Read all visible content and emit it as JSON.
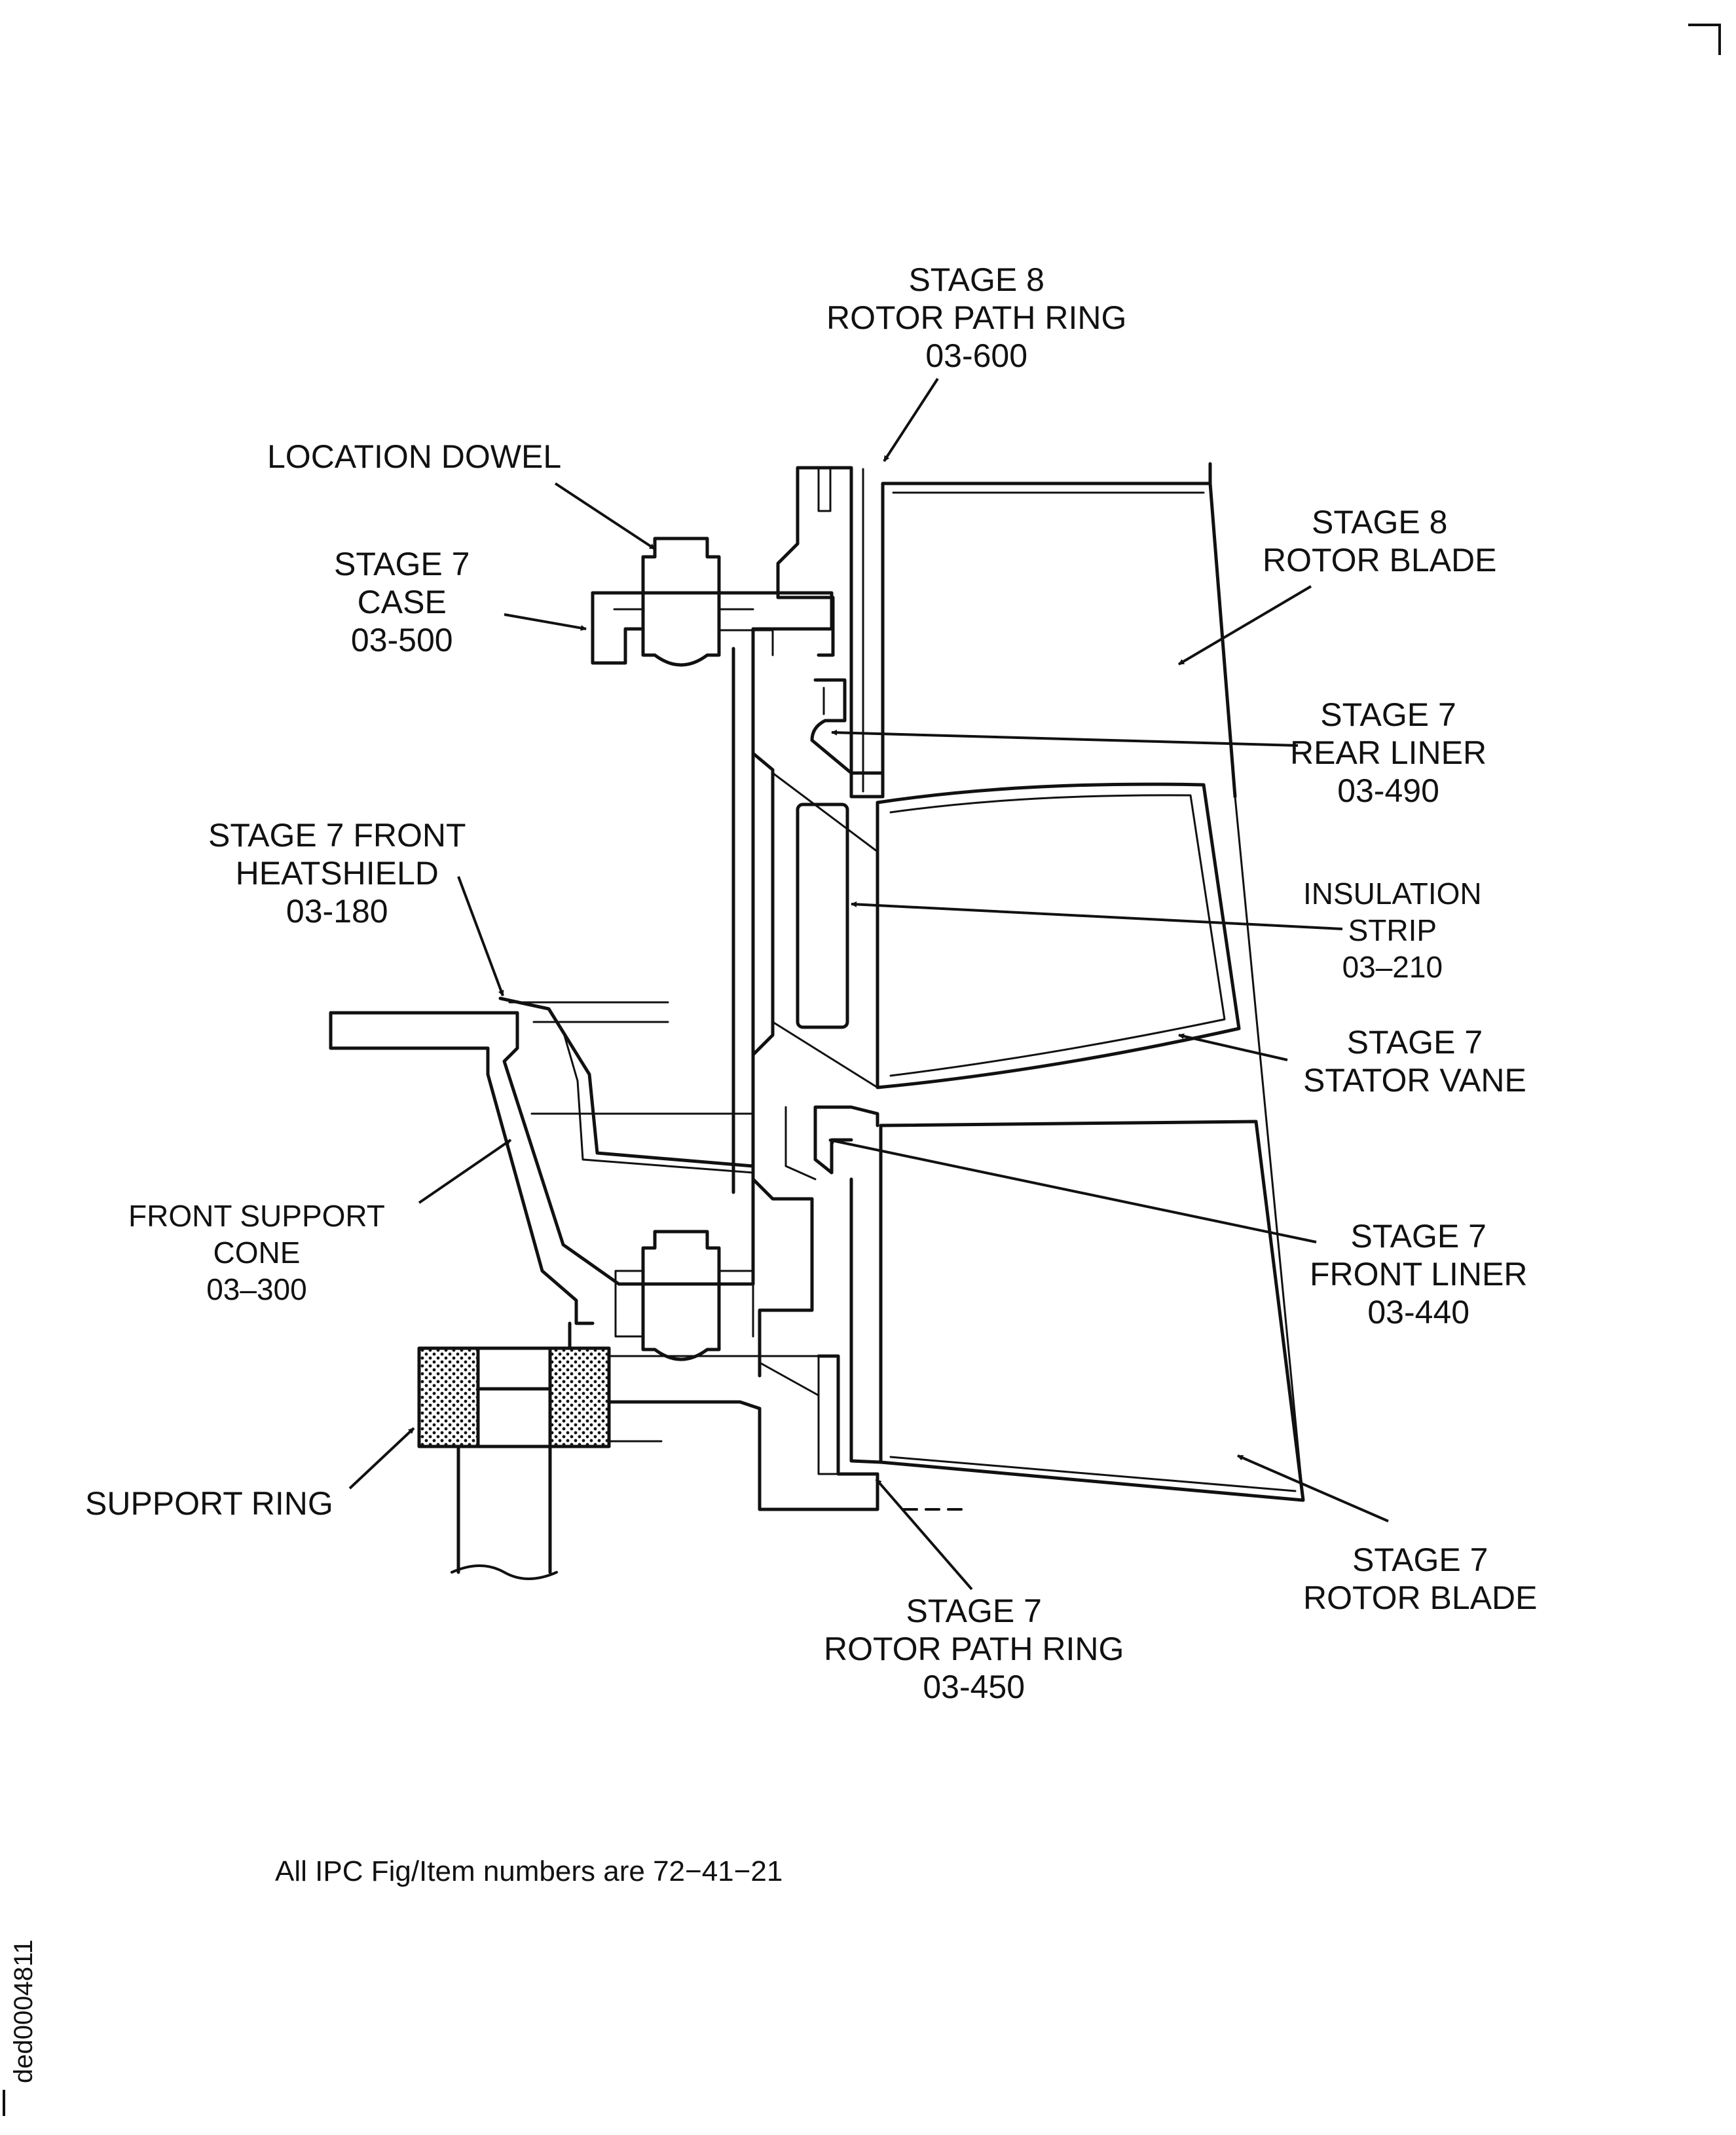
{
  "labels": {
    "stage8_rotor_path_ring": {
      "line1": "STAGE 8",
      "line2": "ROTOR PATH RING",
      "line3": "03-600"
    },
    "location_dowel": {
      "line1": "LOCATION DOWEL"
    },
    "stage7_case": {
      "line1": "STAGE 7",
      "line2": "CASE",
      "line3": "03-500"
    },
    "stage8_rotor_blade": {
      "line1": "STAGE 8",
      "line2": "ROTOR BLADE"
    },
    "stage7_rear_liner": {
      "line1": "STAGE 7",
      "line2": "REAR LINER",
      "line3": "03-490"
    },
    "stage7_front_heatshield": {
      "line1": "STAGE 7 FRONT",
      "line2": "HEATSHIELD",
      "line3": "03-180"
    },
    "insulation_strip": {
      "line1": "INSULATION",
      "line2": "STRIP",
      "line3": "03–210"
    },
    "stage7_stator_vane": {
      "line1": "STAGE 7",
      "line2": "STATOR VANE"
    },
    "front_support_cone": {
      "line1": "FRONT SUPPORT",
      "line2": "CONE",
      "line3": "03–300"
    },
    "stage7_front_liner": {
      "line1": "STAGE 7",
      "line2": "FRONT LINER",
      "line3": "03-440"
    },
    "support_ring": {
      "line1": "SUPPORT RING"
    },
    "stage7_rotor_blade": {
      "line1": "STAGE 7",
      "line2": "ROTOR BLADE"
    },
    "stage7_rotor_path_ring": {
      "line1": "STAGE 7",
      "line2": "ROTOR PATH RING",
      "line3": "03-450"
    }
  },
  "footnote": "All IPC Fig/Item numbers are 72−41−21",
  "document_id": "ded0004811"
}
